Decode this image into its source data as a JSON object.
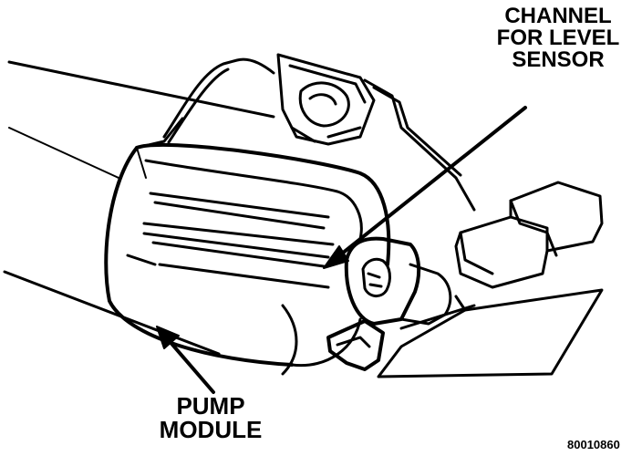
{
  "callouts": {
    "channel_line1": "CHANNEL",
    "channel_line2": "FOR LEVEL",
    "channel_line3": "SENSOR",
    "pump_line1": "PUMP",
    "pump_line2": "MODULE"
  },
  "figure_id": "80010860",
  "colors": {
    "ink": "#000000",
    "paper": "#ffffff"
  }
}
